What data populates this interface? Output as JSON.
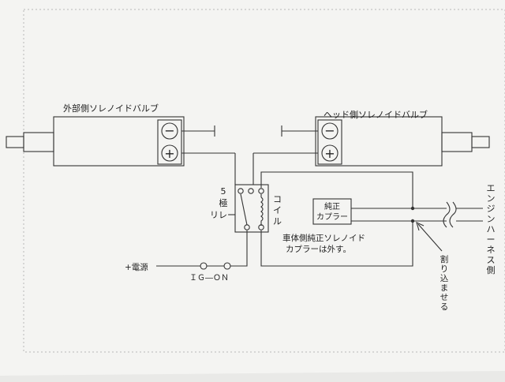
{
  "labels": {
    "outer_valve": "外部側ソレノイドバルブ",
    "head_valve": "ヘッド側ソレノイドバルブ",
    "relay_top": "5",
    "relay_mid": "極",
    "relay_bottom": "リレー",
    "coil": [
      "コ",
      "イ",
      "ル"
    ],
    "coupler_line1": "純正",
    "coupler_line2": "カプラー",
    "note_line1": "車体側純正ソレノイド",
    "note_line2": "カプラーは外す。",
    "power": "+電源",
    "ig_on": "ＩＧ―ＯＮ",
    "harness": [
      "エ",
      "ン",
      "ジ",
      "ン",
      "ハ",
      "ー",
      "ネ",
      "ス",
      "側"
    ],
    "splice": [
      "割",
      "り",
      "込",
      "ま",
      "せ",
      "る"
    ]
  },
  "symbols": {
    "minus": "−",
    "plus": "+"
  },
  "colors": {
    "paper": "#f4f4f2",
    "line": "#333333",
    "background": "#e9e9e7"
  }
}
